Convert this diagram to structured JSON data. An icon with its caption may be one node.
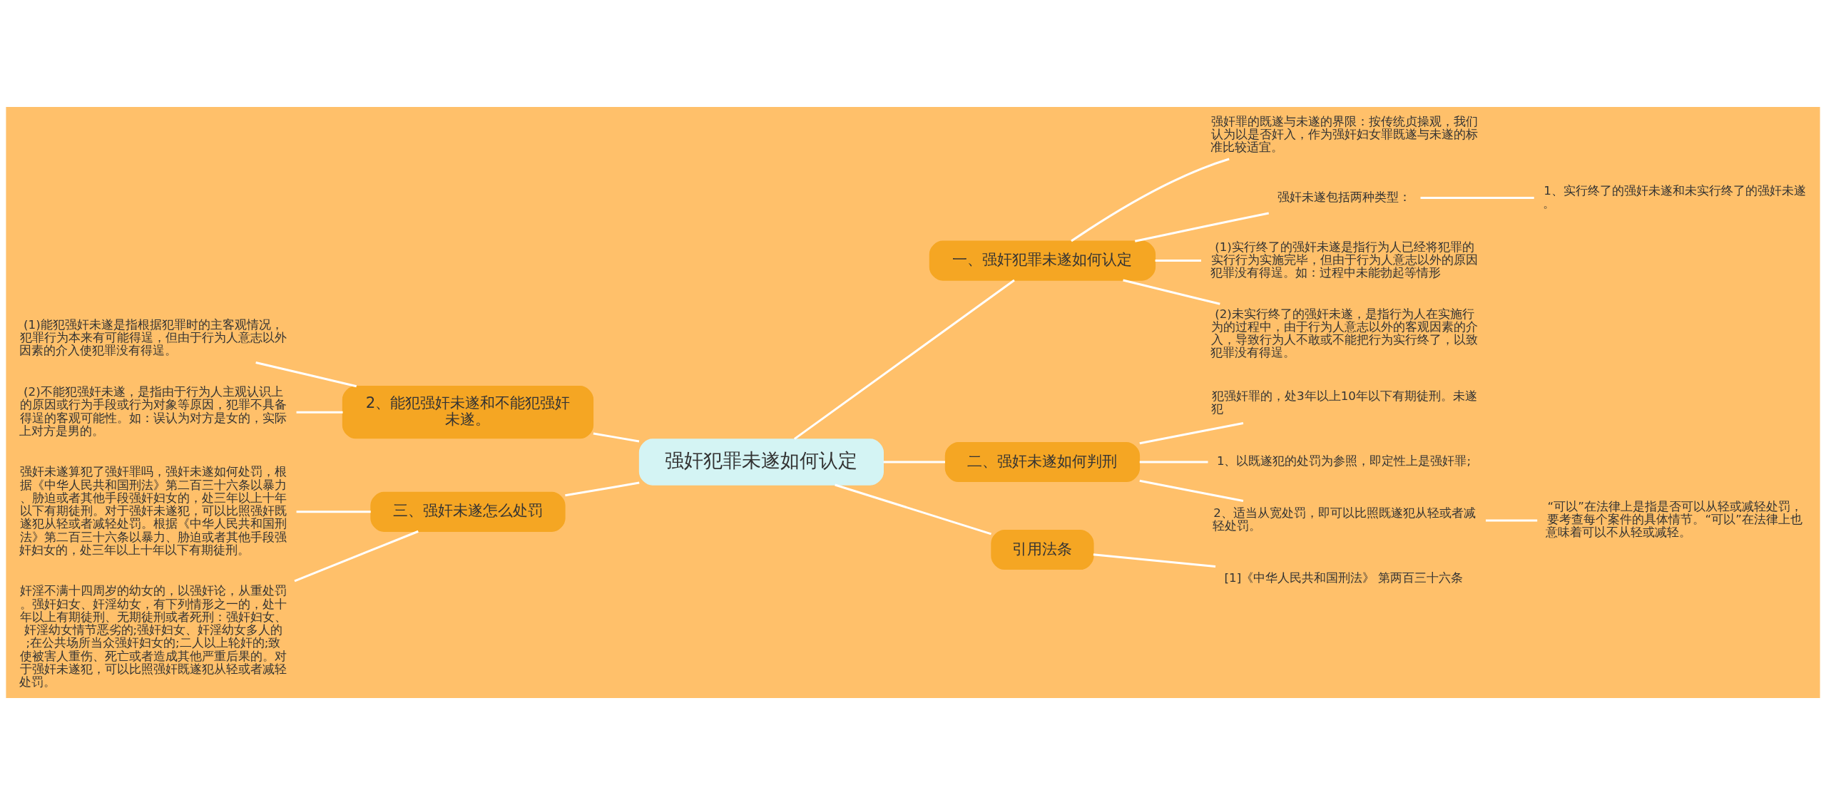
{
  "diagram": {
    "nodes": [
      {
        "text": [
          "强奸犯罪未遂如何认定"
        ]
      },
      {
        "text": [
          "一、强奸犯罪未遂如何认定"
        ]
      },
      {
        "text": [
          "强奸罪的既遂与未遂的界限：按传统贞操观，我们认为以是否奸入，作为强奸妇女罪既遂与未遂的标准比较适宜。"
        ]
      },
      {
        "text": [
          "强奸未遂包括两种类型："
        ]
      },
      {
        "text": [
          "1、实行终了的强奸未遂和未实行终了的强奸未遂。"
        ]
      },
      {
        "text": [
          "(1)实行终了的强奸未遂是指行为人已经将犯罪的实行行为实施完毕，但由于行为人意志以外的原因犯罪没有得逞。如：过程中未能勃起等情形"
        ]
      },
      {
        "text": [
          "(2)未实行终了的强奸未遂，是指行为人在实施行为的过程中，由于行为人意志以外的客观因素的介入，导致行为人不敢或不能把行为实行终了，以致犯罪没有得逞。"
        ]
      },
      {
        "text": [
          "二、强奸未遂如何判刑"
        ]
      },
      {
        "text": [
          "犯强奸罪的，处3年以上10年以下有期徒刑。未遂犯"
        ]
      },
      {
        "text": [
          "1、以既遂犯的处罚为参照，即定性上是强奸罪;"
        ]
      },
      {
        "text": [
          "2、适当从宽处罚，即可以比照既遂犯从轻或者减轻处罚。"
        ]
      },
      {
        "text": [
          "“可以”在法律上是指是否可以从轻或减轻处罚，要考查每个案件的具体情节。“可以”在法律上也意味着可以不从轻或减轻。"
        ]
      },
      {
        "text": [
          "引用法条"
        ]
      },
      {
        "text": [
          "[1]《中华人民共和国刑法》 第两百三十六条"
        ]
      },
      {
        "text": [
          "2、能犯强奸未遂和不能犯强奸未遂。"
        ]
      },
      {
        "text": [
          "(1)能犯强奸未遂是指根据犯罪时的主客观情况，犯罪行为本来有可能得逞，但由于行为人意志以外因素的介入使犯罪没有得逞。"
        ]
      },
      {
        "text": [
          "(2)不能犯强奸未遂，是指由于行为人主观认识上的原因或行为手段或行为对象等原因，犯罪不具备得逞的客观可能性。如：误认为对方是女的，实际上对方是男的。"
        ]
      },
      {
        "text": [
          "三、强奸未遂怎么处罚"
        ]
      },
      {
        "text": [
          "强奸未遂算犯了强奸罪吗，强奸未遂如何处罚，根据《中华人民共和国刑法》第二百三十六条以暴力、胁迫或者其他手段强奸妇女的，处三年以上十年以下有期徒刑。对于强奸未遂犯，可以比照强奸既遂犯从轻或者减轻处罚。根据《中华人民共和国刑法》第二百三十六条以暴力、胁迫或者其他手段强奸妇女的，处三年以上十年以下有期徒刑。"
        ]
      },
      {
        "text": [
          "奸淫不满十四周岁的幼女的，以强奸论，从重处罚。强奸妇女、奸淫幼女，有下列情形之一的，处十年以上有期徒刑、无期徒刑或者死刑：强奸妇女、奸淫幼女情节恶劣的;强奸妇女、奸淫幼女多人的;在公共场所当众强奸妇女的;二人以上轮奸的;致使被害人重伤、死亡或者造成其他严重后果的。对于强奸未遂犯，可以比照强奸既遂犯从轻或者减轻处罚。"
        ]
      }
    ],
    "edges": [
      {
        "from": 0,
        "to": 1,
        "arrow": "none"
      },
      {
        "from": 1,
        "to": 2,
        "arrow": "none"
      },
      {
        "from": 1,
        "to": 3,
        "arrow": "none"
      },
      {
        "from": 3,
        "to": 4,
        "arrow": "none"
      },
      {
        "from": 1,
        "to": 5,
        "arrow": "none"
      },
      {
        "from": 1,
        "to": 6,
        "arrow": "none"
      },
      {
        "from": 0,
        "to": 7,
        "arrow": "none"
      },
      {
        "from": 7,
        "to": 8,
        "arrow": "none"
      },
      {
        "from": 7,
        "to": 9,
        "arrow": "none"
      },
      {
        "from": 7,
        "to": 10,
        "arrow": "none"
      },
      {
        "from": 10,
        "to": 11,
        "arrow": "none"
      },
      {
        "from": 0,
        "to": 12,
        "arrow": "none"
      },
      {
        "from": 12,
        "to": 13,
        "arrow": "none"
      },
      {
        "from": 0,
        "to": 14,
        "arrow": "none"
      },
      {
        "from": 14,
        "to": 15,
        "arrow": "none"
      },
      {
        "from": 14,
        "to": 16,
        "arrow": "none"
      },
      {
        "from": 0,
        "to": 17,
        "arrow": "none"
      },
      {
        "from": 17,
        "to": 18,
        "arrow": "none"
      },
      {
        "from": 17,
        "to": 19,
        "arrow": "none"
      }
    ]
  }
}
